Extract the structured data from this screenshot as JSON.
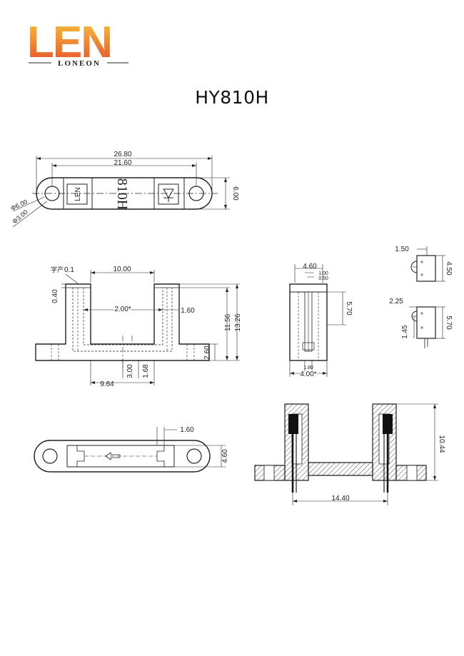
{
  "logo": {
    "brand_mark": "LEN",
    "brand_name": "LONEON",
    "gradient_top": "#f6c53a",
    "gradient_bottom": "#e84a2a"
  },
  "title": "HY810H",
  "top_view": {
    "dim_overall": "26.80",
    "dim_hole_pitch": "21.60",
    "dim_height": "6.00",
    "dim_outer_dia": "Φ6.00",
    "dim_hole_dia": "Φ3.00",
    "mark_left": "LEN",
    "mark_center": "810H"
  },
  "front_view": {
    "note_label": "字产",
    "dim_note": "0.1",
    "dim_slot_width": "10.00",
    "dim_top_step": "0.40",
    "dim_inner": "2.00*",
    "dim_aperture": "1.60",
    "dim_h1": "11.56",
    "dim_h2": "13.26",
    "dim_base": "2.60",
    "dim_c1": "3.00",
    "dim_c2": "1.68",
    "dim_bottom": "9.64"
  },
  "side_view": {
    "dim_width": "4.60",
    "dim_a": "1.00",
    "dim_b": "0.50",
    "dim_window": "5.70",
    "dim_slot": "1.80",
    "dim_bottom": "4.00*"
  },
  "detail_top": {
    "dim_w": "1.50",
    "dim_h": "4.50"
  },
  "detail_bottom": {
    "dim_a": "2.25",
    "dim_b": "1.45",
    "dim_h": "5.70"
  },
  "bottom_view": {
    "dim_aperture": "1.60",
    "dim_height": "4.60"
  },
  "section_view": {
    "dim_height": "10.44",
    "dim_width": "14.40"
  }
}
